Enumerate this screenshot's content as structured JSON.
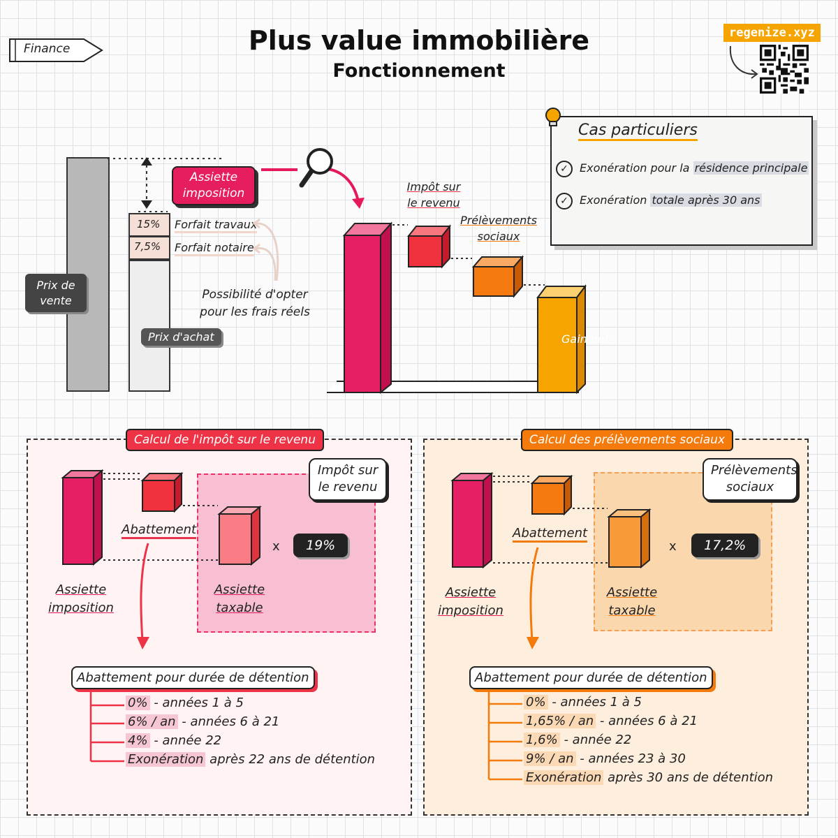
{
  "header": {
    "tag": "Finance",
    "title": "Plus value immobilière",
    "subtitle": "Fonctionnement",
    "brand": "regenize.xyz"
  },
  "left_diagram": {
    "sale_label": "Prix de vente",
    "purchase_label": "Prix d'achat",
    "base_label": "Assiette imposition",
    "works_pct": "15%",
    "works_label": "Forfait travaux",
    "notary_pct": "7,5%",
    "notary_label": "Forfait notaire",
    "real_costs_note": "Possibilité d'opter pour les frais réels"
  },
  "waterfall": {
    "income_tax_label": "Impôt sur le revenu",
    "social_label": "Prélèvements sociaux",
    "net_label": "Gain net"
  },
  "special_cases": {
    "title": "Cas particuliers",
    "items": [
      {
        "prefix": "Exonération pour la ",
        "highlight": "résidence principale",
        "suffix": ""
      },
      {
        "prefix": "Exonération ",
        "highlight": "totale après 30 ans",
        "suffix": ""
      }
    ]
  },
  "ir_section": {
    "title": "Calcul de l'impôt sur le revenu",
    "box_label": "Impôt sur le revenu",
    "abatement_label": "Abattement",
    "base_label": "Assiette imposition",
    "taxable_label": "Assiette taxable",
    "multiply": "x",
    "rate": "19%",
    "duration_title": "Abattement pour durée de détention",
    "items": [
      {
        "highlight": "0%",
        "text": " - années 1 à 5"
      },
      {
        "highlight": "6% / an",
        "text": " - années 6 à 21"
      },
      {
        "highlight": "4%",
        "text": " - année 22"
      },
      {
        "highlight": "Exonération",
        "text": " après 22 ans de détention"
      }
    ]
  },
  "ps_section": {
    "title": "Calcul des prélèvements sociaux",
    "box_label": "Prélèvements sociaux",
    "abatement_label": "Abattement",
    "base_label": "Assiette imposition",
    "taxable_label": "Assiette taxable",
    "multiply": "x",
    "rate": "17,2%",
    "duration_title": "Abattement pour durée de détention",
    "items": [
      {
        "highlight": "0%",
        "text": " - années 1 à 5"
      },
      {
        "highlight": "1,65% / an",
        "text": " - années 6 à 21"
      },
      {
        "highlight": "1,6%",
        "text": " - année 22"
      },
      {
        "highlight": "9% / an",
        "text": " - années 23 à 30"
      },
      {
        "highlight": "Exonération",
        "text": " après 30 ans de détention"
      }
    ]
  },
  "colors": {
    "pink": "#e6195a",
    "red": "#ee3347",
    "orange": "#f47a0c",
    "amber": "#f5a400"
  }
}
